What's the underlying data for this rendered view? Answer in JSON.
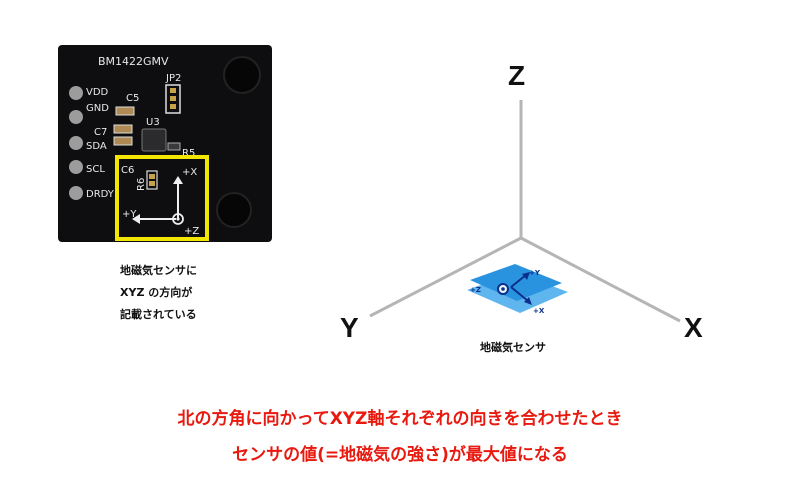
{
  "board": {
    "model": "BM1422GMV",
    "jumper": "JP2",
    "chip": "U3",
    "components": [
      "C5",
      "C7",
      "C6",
      "R5",
      "R6"
    ],
    "pins": [
      "VDD",
      "GND",
      "SDA",
      "SCL",
      "DRDY"
    ],
    "axis_marks": [
      "+X",
      "+Y",
      "+Z"
    ],
    "highlight_color": "#f3e600"
  },
  "caption": {
    "lines": [
      "地磁気センサに",
      "XYZ の方向が",
      "記載されている"
    ]
  },
  "axes": {
    "x_label": "X",
    "y_label": "Y",
    "z_label": "Z",
    "line_color": "#b5b5b5"
  },
  "sensor": {
    "label": "地磁気センサ",
    "marks": [
      "+Y",
      "+Z",
      "+X"
    ],
    "color": "#2a93e0"
  },
  "bottom_text": {
    "line1": "北の方角に向かってXYZ軸それぞれの向きを合わせたとき",
    "line2": "センサの値(=地磁気の強さ)が最大値になる",
    "color": "#e8190f"
  }
}
